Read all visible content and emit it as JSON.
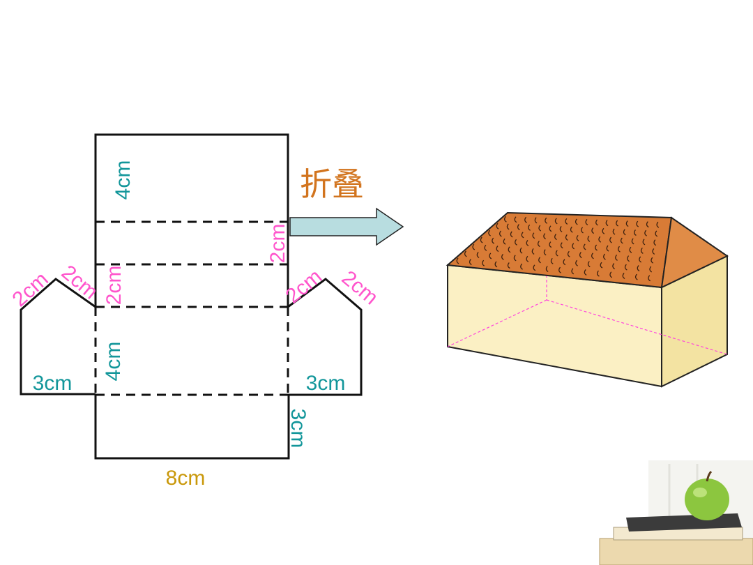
{
  "net": {
    "labels": {
      "top_face": "4cm",
      "roof_right": "2cm",
      "roof_left": "2cm",
      "base_face": "4cm",
      "gable_left_slope_1": "2cm",
      "gable_left_slope_2": "2cm",
      "gable_right_slope_1": "2cm",
      "gable_right_slope_2": "2cm",
      "gable_left_wall": "3cm",
      "gable_right_wall": "3cm",
      "bottom_side": "3cm",
      "length": "8cm"
    }
  },
  "fold_label": "折叠",
  "colors": {
    "teal": "#12969a",
    "pink": "#ff55cc",
    "gold": "#c9980a",
    "fold_text": "#d2741e",
    "arrow": "#b8dde0",
    "wall_front": "#fbf0c4",
    "wall_side": "#f3e3a2",
    "roof": "#d87b36",
    "roof_end": "#e08c47"
  }
}
